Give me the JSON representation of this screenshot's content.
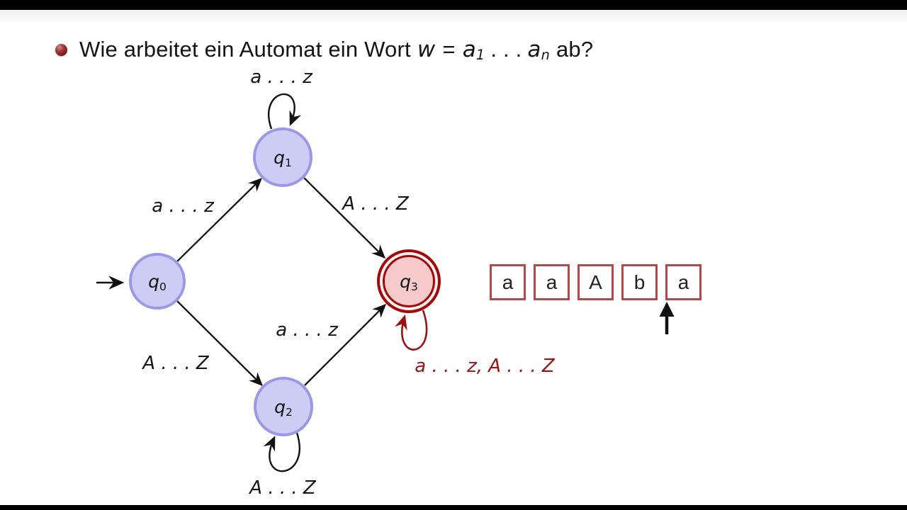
{
  "title": {
    "prefix": "Wie arbeitet ein Automat ein Wort",
    "w": "w",
    "eq": "=",
    "a1": "a",
    "sub1": "1",
    "dots": ". . .",
    "an": "a",
    "subn": "n",
    "suffix": "ab?"
  },
  "automaton": {
    "states": [
      {
        "base": "q",
        "sub": "0",
        "role": "start"
      },
      {
        "base": "q",
        "sub": "1",
        "role": "normal"
      },
      {
        "base": "q",
        "sub": "2",
        "role": "normal"
      },
      {
        "base": "q",
        "sub": "3",
        "role": "accepting"
      }
    ],
    "labels": {
      "q0_q1": "a . . . z",
      "q1_q3": "A . . . Z",
      "q0_q2": "A . . . Z",
      "q2_q3": "a . . . z",
      "loop_q1": "a . . . z",
      "loop_q2": "A . . . Z",
      "loop_q3": "a . . . z, A . . . Z"
    }
  },
  "tape": {
    "cells": [
      "a",
      "a",
      "A",
      "b",
      "a"
    ],
    "head_cell_index": 4
  },
  "colors": {
    "state_fill": "#cdccf4",
    "state_border": "#9a99e8",
    "accept_fill": "#f6caca",
    "accept_border": "#a30808",
    "accept_outer_fill": "#fdf0f0",
    "tape_border": "#b24848",
    "loop_red": "#9b1212",
    "text": "#141414",
    "topbar": "#000000",
    "gray_band": "#f2f2f2"
  }
}
